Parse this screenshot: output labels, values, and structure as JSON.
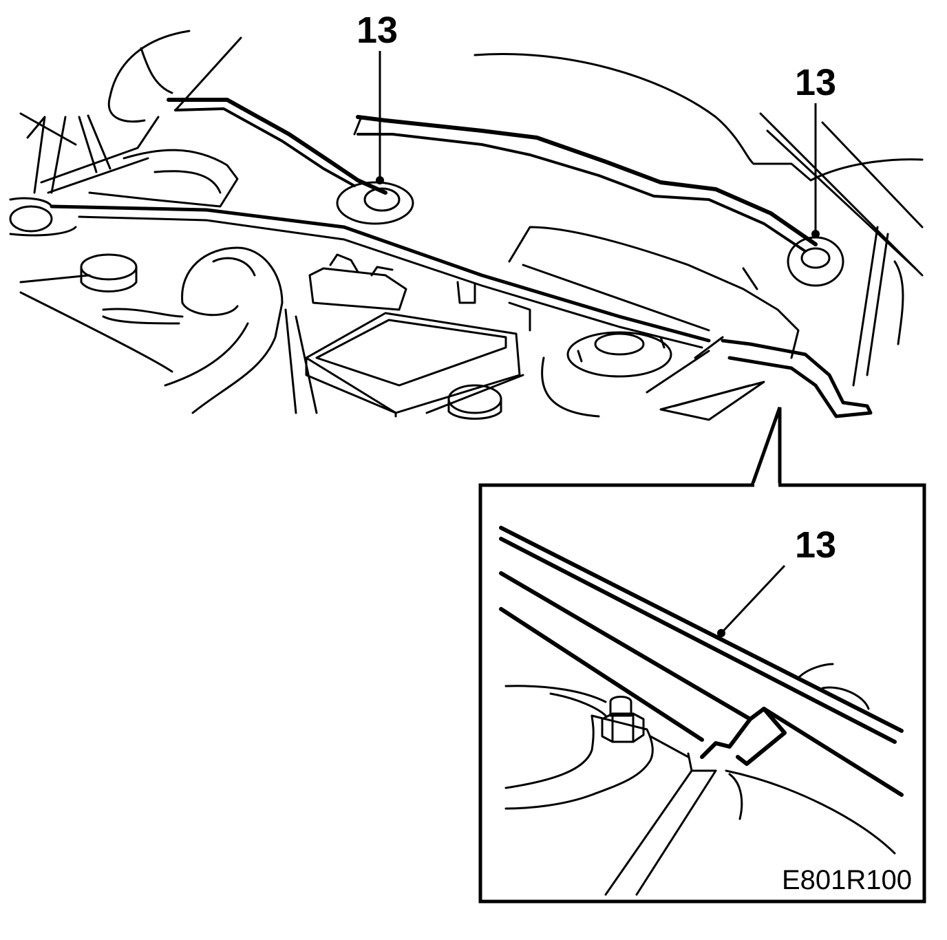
{
  "diagram": {
    "callouts": {
      "left": "13",
      "right": "13",
      "detail": "13"
    },
    "drawing_code": "E801R100",
    "colors": {
      "line": "#000000",
      "background": "#ffffff"
    }
  }
}
